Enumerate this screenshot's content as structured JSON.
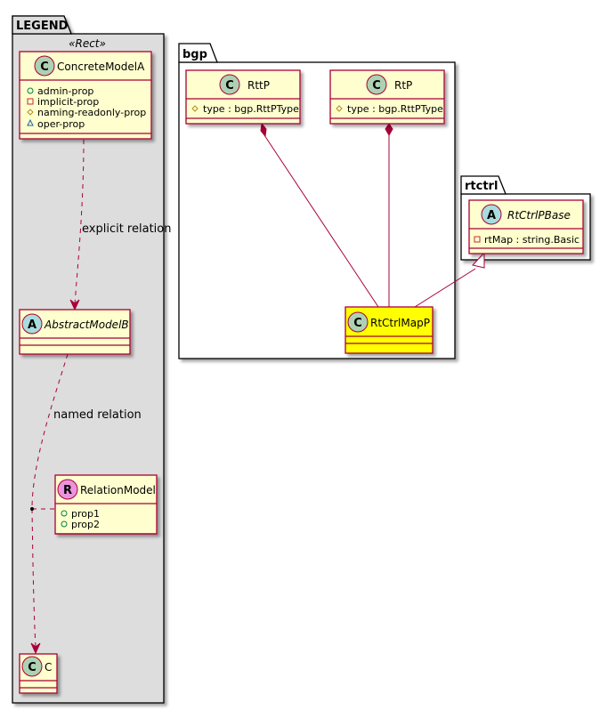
{
  "packages": {
    "legend": {
      "name": "LEGEND",
      "stereotype": "«Rect»"
    },
    "bgp": {
      "name": "bgp"
    },
    "rtctrl": {
      "name": "rtctrl"
    }
  },
  "classes": {
    "concrete_model_a": {
      "kind_letter": "C",
      "name": "ConcreteModelA",
      "attributes": [
        {
          "visibility": "public",
          "text": "admin-prop"
        },
        {
          "visibility": "private",
          "text": "implicit-prop"
        },
        {
          "visibility": "protected",
          "text": "naming-readonly-prop"
        },
        {
          "visibility": "package",
          "text": "oper-prop"
        }
      ]
    },
    "abstract_model_b": {
      "kind_letter": "A",
      "name": "AbstractModelB"
    },
    "relation_model": {
      "kind_letter": "R",
      "name": "RelationModel",
      "attributes": [
        {
          "visibility": "public",
          "text": "prop1"
        },
        {
          "visibility": "public",
          "text": "prop2"
        }
      ]
    },
    "c": {
      "kind_letter": "C",
      "name": "C"
    },
    "rttp": {
      "kind_letter": "C",
      "name": "RttP",
      "attributes": [
        {
          "visibility": "protected",
          "text": "type : bgp.RttPType"
        }
      ]
    },
    "rtp": {
      "kind_letter": "C",
      "name": "RtP",
      "attributes": [
        {
          "visibility": "protected",
          "text": "type : bgp.RttPType"
        }
      ]
    },
    "rtctrl_map_p": {
      "kind_letter": "C",
      "name": "RtCtrlMapP"
    },
    "rtctrl_p_base": {
      "kind_letter": "A",
      "name": "RtCtrlPBase",
      "attributes": [
        {
          "visibility": "private",
          "text": "rtMap : string.Basic"
        }
      ]
    }
  },
  "relations": {
    "explicit": {
      "label": "explicit relation"
    },
    "named": {
      "label": "named relation"
    }
  },
  "colors": {
    "class_fill": "#FEFECE",
    "class_border": "#A80036",
    "highlight_fill": "#FFFF00",
    "legend_fill": "#DDDDDD",
    "circle_class": "#ADD1B2",
    "circle_abstract": "#A9DCDF",
    "circle_relation": "#EB93DF",
    "vis_public": "#038048",
    "vis_private": "#C82930",
    "vis_protected": "#B38D22",
    "vis_package": "#1963A0"
  }
}
